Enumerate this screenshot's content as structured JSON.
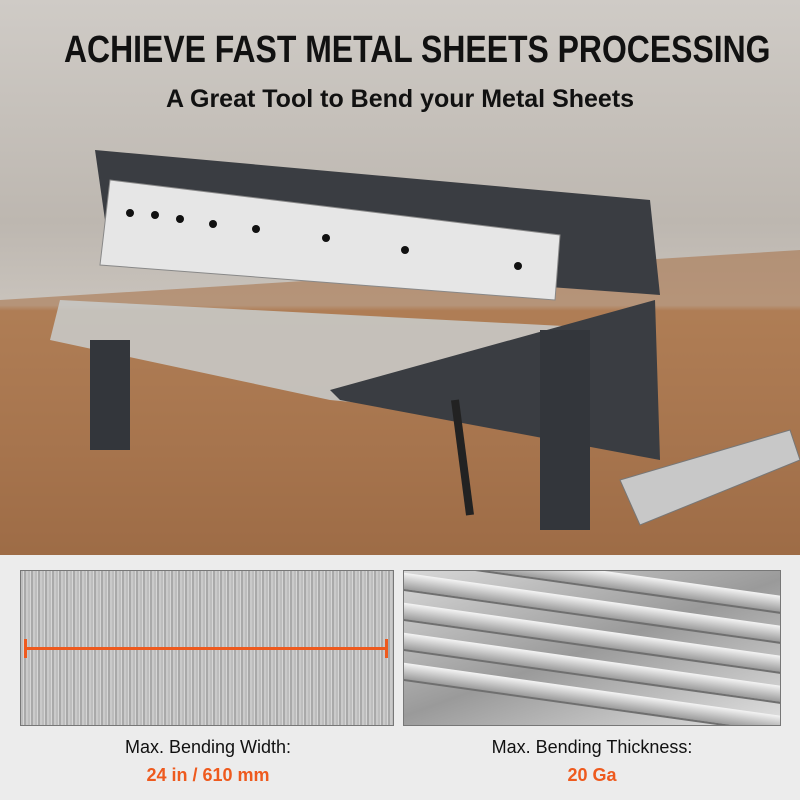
{
  "headline": "ACHIEVE FAST METAL SHEETS PROCESSING",
  "subheadline": "A Great Tool to Bend your Metal Sheets",
  "specs": [
    {
      "label": "Max. Bending Width:",
      "value": "24 in / 610 mm"
    },
    {
      "label": "Max. Bending Thickness:",
      "value": "20 Ga"
    }
  ],
  "colors": {
    "accent": "#ee5a1e",
    "machine": "#3a3d42"
  }
}
